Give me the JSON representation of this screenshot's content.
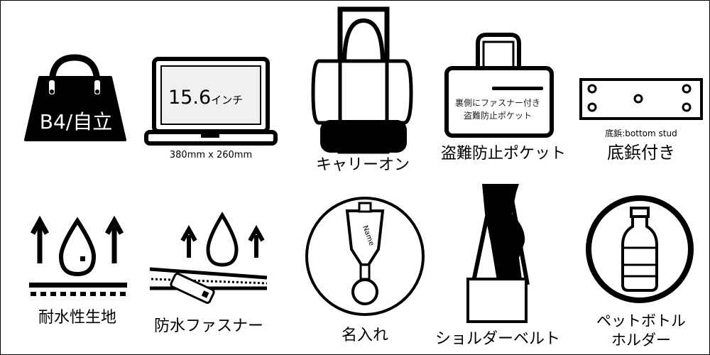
{
  "colors": {
    "ink": "#000000",
    "paper": "#ffffff",
    "screen": "#f0f0f0"
  },
  "features": {
    "b4": {
      "label": "B4/自立",
      "icon": "handbag-icon"
    },
    "laptop": {
      "size": "15.6",
      "unit": "インチ",
      "dimensions": "380mm x 260mm",
      "icon": "laptop-icon"
    },
    "carry_on": {
      "label": "キャリーオン",
      "icon": "suitcase-handle-bag-icon"
    },
    "pocket": {
      "note_line1": "裏側にファスナー付き",
      "note_line2": "盗難防止ポケット",
      "label": "盗難防止ポケット",
      "icon": "tote-bag-pocket-icon"
    },
    "stud": {
      "note": "底鋲:bottom stud",
      "label": "底鋲付き",
      "icon": "bottom-stud-icon"
    },
    "water_resistant": {
      "label": "耐水性生地",
      "icon": "water-resistant-fabric-icon"
    },
    "waterproof_zip": {
      "label": "防水ファスナー",
      "icon": "waterproof-zipper-icon"
    },
    "name": {
      "tag_text": "Name",
      "label": "名入れ",
      "icon": "name-tag-icon"
    },
    "shoulder": {
      "label": "ショルダーベルト",
      "icon": "shoulder-strap-icon"
    },
    "bottle": {
      "label_line1": "ペットボトル",
      "label_line2": "ホルダー",
      "icon": "bottle-holder-icon"
    }
  }
}
